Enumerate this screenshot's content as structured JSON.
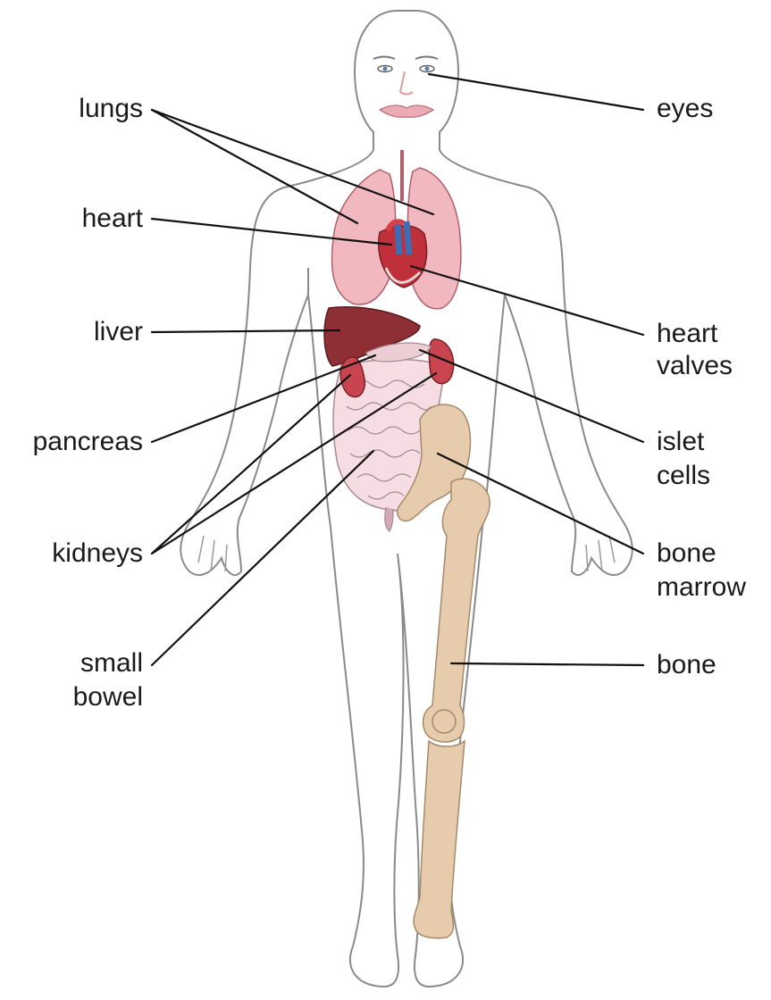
{
  "labels": {
    "lungs": "lungs",
    "heart": "heart",
    "liver": "liver",
    "pancreas": "pancreas",
    "kidneys": "kidneys",
    "small_bowel_line1": "small",
    "small_bowel_line2": "bowel",
    "eyes": "eyes",
    "heart_valves_line1": "heart",
    "heart_valves_line2": "valves",
    "islet_cells_line1": "islet",
    "islet_cells_line2": "cells",
    "bone_marrow_line1": "bone",
    "bone_marrow_line2": "marrow",
    "bone": "bone"
  },
  "colors": {
    "outline": "#8a8a8a",
    "skin": "#ffffff",
    "lung": "#f1b9bf",
    "liver": "#8e2e35",
    "kidney": "#c8454f",
    "bowel": "#f6dde4",
    "bone": "#e6ccac",
    "leader": "#111111"
  }
}
